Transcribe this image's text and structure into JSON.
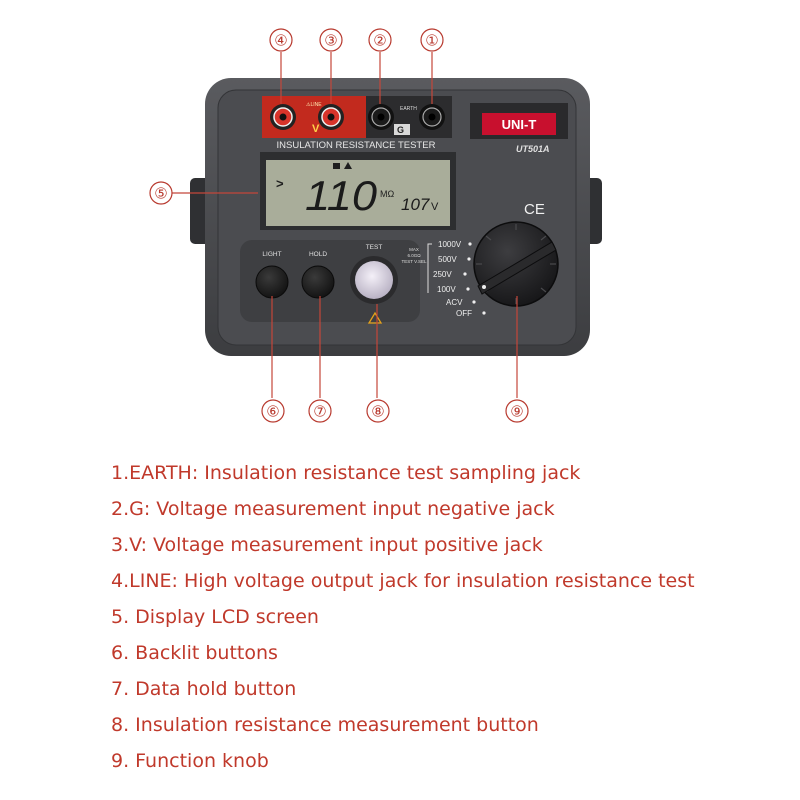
{
  "colors": {
    "accent": "#c0392b",
    "device_body": "#4a4b4e",
    "device_panel": "#3a3b3e",
    "lcd": "#a9ad9a",
    "brand_red": "#c8102e"
  },
  "device": {
    "brand": "UNI-T",
    "model": "UT501A",
    "panel_title": "INSULATION RESISTANCE TESTER",
    "ce_mark": "CE",
    "jacks": {
      "line_label": "⚠LINE",
      "v_label": "V",
      "g_label": "G",
      "earth_label": "EARTH"
    },
    "lcd": {
      "arrow": ">",
      "main_value": "110",
      "main_unit": "MΩ",
      "sub_value": "107",
      "sub_unit": "V"
    },
    "buttons": {
      "light": "LIGHT",
      "hold": "HOLD",
      "test": "TEST"
    },
    "max_note": [
      "MAX",
      "6.0GΩ",
      "TEST V.SEL"
    ],
    "dial_positions": [
      "1000V",
      "500V",
      "250V",
      "100V",
      "ACV",
      "OFF"
    ]
  },
  "callouts": [
    {
      "number": "④",
      "name": "callout-4"
    },
    {
      "number": "③",
      "name": "callout-3"
    },
    {
      "number": "②",
      "name": "callout-2"
    },
    {
      "number": "①",
      "name": "callout-1"
    },
    {
      "number": "⑤",
      "name": "callout-5"
    },
    {
      "number": "⑥",
      "name": "callout-6"
    },
    {
      "number": "⑦",
      "name": "callout-7"
    },
    {
      "number": "⑧",
      "name": "callout-8"
    },
    {
      "number": "⑨",
      "name": "callout-9"
    }
  ],
  "legend": [
    "1.EARTH: Insulation resistance test sampling jack",
    "2.G: Voltage measurement input negative jack",
    "3.V: Voltage measurement input positive jack",
    "4.LINE: High voltage output jack for insulation resistance test",
    "5. Display LCD screen",
    "6. Backlit buttons",
    "7. Data hold button",
    "8. Insulation resistance measurement button",
    "9. Function knob"
  ]
}
